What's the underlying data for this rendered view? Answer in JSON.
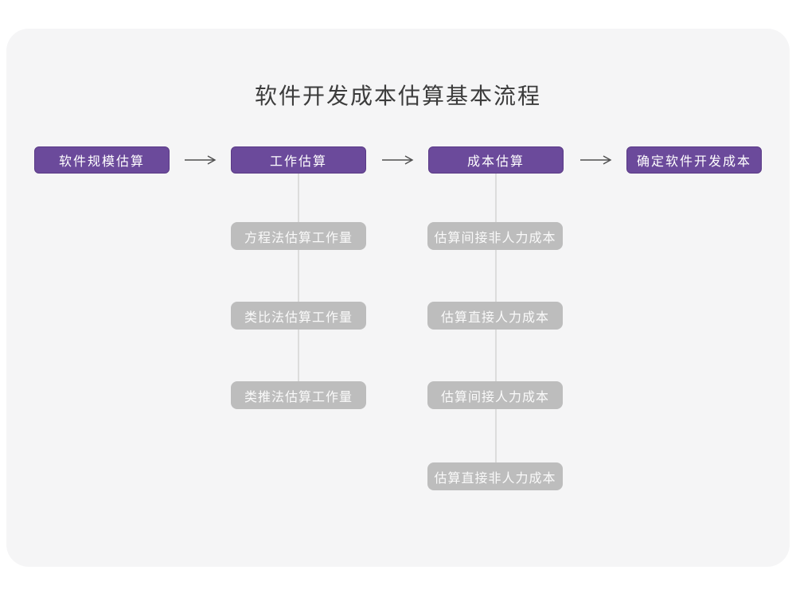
{
  "title": "软件开发成本估算基本流程",
  "stages": [
    {
      "label": "软件规模估算"
    },
    {
      "label": "工作估算"
    },
    {
      "label": "成本估算"
    },
    {
      "label": "确定软件开发成本"
    }
  ],
  "work_estimation_methods": [
    {
      "label": "方程法估算工作量"
    },
    {
      "label": "类比法估算工作量"
    },
    {
      "label": "类推法估算工作量"
    }
  ],
  "cost_estimation_steps": [
    {
      "label": "估算间接非人力成本"
    },
    {
      "label": "估算直接人力成本"
    },
    {
      "label": "估算间接人力成本"
    },
    {
      "label": "估算直接非人力成本"
    }
  ],
  "icons": {
    "flow_arrow": "right-arrow-icon"
  },
  "colors": {
    "canvas_fill": "#F5F5F6",
    "title_text": "#3C3C3C",
    "stage_fill": "#6B4A9B",
    "stage_border": "#5A3A86",
    "stage_text": "#FFFFFF",
    "sub_fill": "#BDBDBD",
    "sub_text": "#FAFAFA",
    "connector": "#DCDCDC",
    "arrow": "#4F4F4F"
  }
}
